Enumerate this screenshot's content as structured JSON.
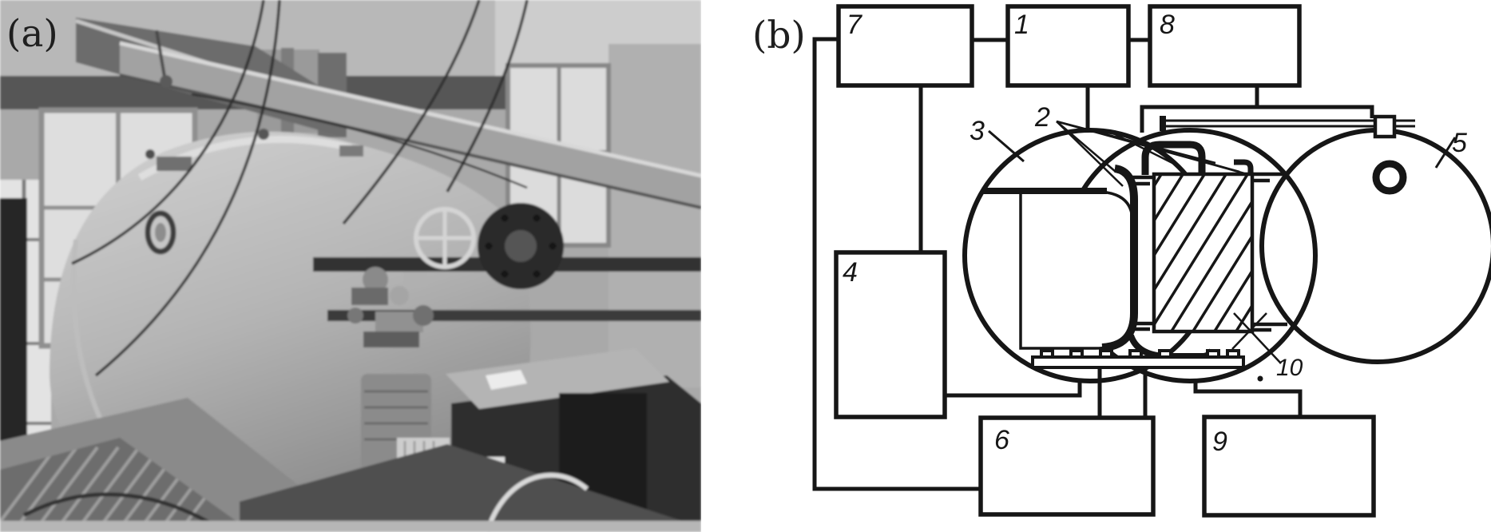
{
  "panel_a": {
    "label": "(a)"
  },
  "panel_b": {
    "label": "(b)",
    "box_labels": {
      "b7": "7",
      "b1": "1",
      "b8": "8",
      "b4": "4",
      "b6": "6",
      "b9": "9"
    },
    "part_labels": {
      "p2": "2",
      "p3": "3",
      "p5": "5",
      "p10": "10"
    }
  },
  "colors": {
    "diagram_line": "#161616",
    "background": "#ffffff",
    "photo_base": "#a9a9a9"
  }
}
